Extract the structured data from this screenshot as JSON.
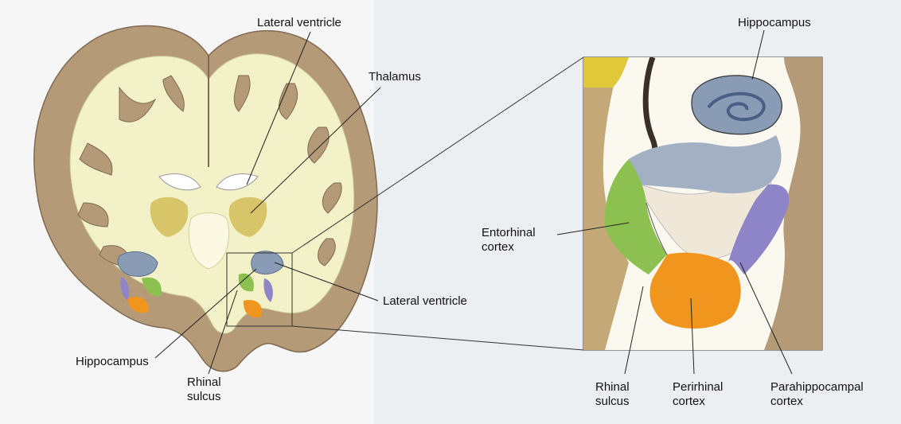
{
  "labels": {
    "lateral_ventricle_top": "Lateral ventricle",
    "thalamus": "Thalamus",
    "hippocampus_inset": "Hippocampus",
    "entorhinal": [
      "Entorhinal",
      "cortex"
    ],
    "lateral_ventricle_mid": "Lateral ventricle",
    "hippocampus_left": "Hippocampus",
    "rhinal_left": [
      "Rhinal",
      "sulcus"
    ],
    "rhinal_right": [
      "Rhinal",
      "sulcus"
    ],
    "perirhinal": [
      "Perirhinal",
      "cortex"
    ],
    "parahippocampal": [
      "Parahippocampal",
      "cortex"
    ]
  },
  "colors": {
    "hippocampus": "#8a9bb5",
    "entorhinal": "#8cc152",
    "perirhinal": "#f0961e",
    "parahippocampal": "#8e84c8",
    "white_matter": "#f2f1c7",
    "gray_matter": "#b59a78",
    "thalamus": "#d8c56a"
  }
}
